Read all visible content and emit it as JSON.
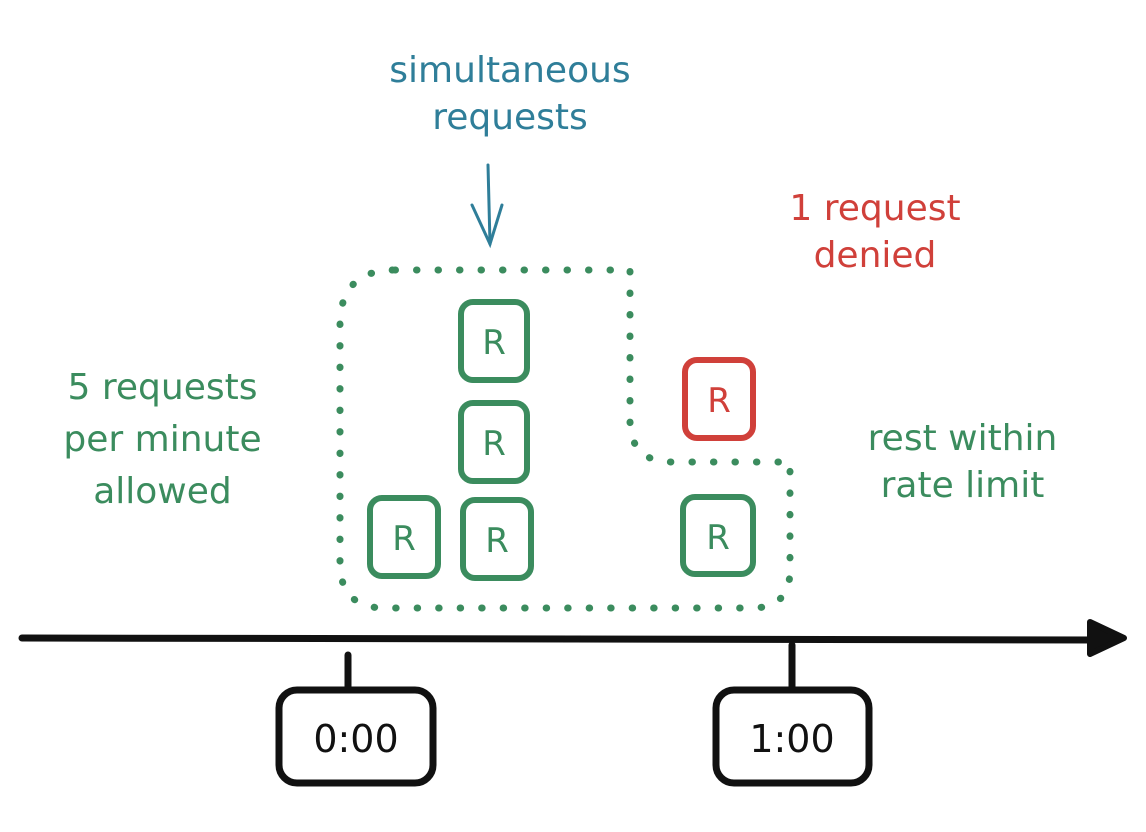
{
  "colors": {
    "teal": "#2f7e99",
    "green": "#3b8c5e",
    "red": "#d0403a",
    "black": "#111111"
  },
  "labels": {
    "simultaneous_line1": "simultaneous",
    "simultaneous_line2": "requests",
    "denied_line1": "1 request",
    "denied_line2": "denied",
    "allowed_line1": "5 requests",
    "allowed_line2": "per minute",
    "allowed_line3": "allowed",
    "rest_line1": "rest within",
    "rest_line2": "rate limit"
  },
  "request_box_text": "R",
  "timeline": {
    "ticks": [
      {
        "label": "0:00"
      },
      {
        "label": "1:00"
      }
    ]
  }
}
